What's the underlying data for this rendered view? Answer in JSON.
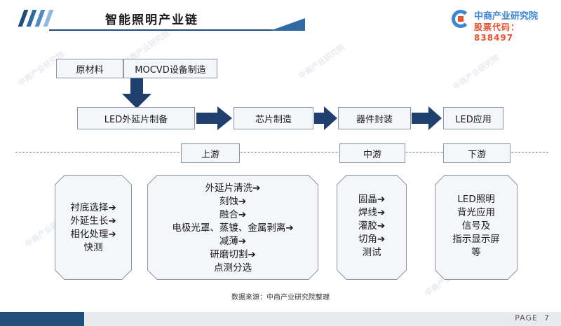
{
  "colors": {
    "accent": "#1f4e79",
    "arrow": "#1f3f6e",
    "blue": "#3d86d6",
    "red": "#e9522d",
    "box_bg": "#f4f6f9",
    "border": "#8a96a5"
  },
  "header": {
    "title": "智能照明产业链"
  },
  "logo": {
    "name": "中商产业研究院",
    "code": "股票代码：838497",
    "icon": "chart-ring-icon"
  },
  "watermark_text": "中商产业研究院",
  "top_row": {
    "material": "原材料",
    "equipment": "MOCVD设备制造"
  },
  "flow": [
    "LED外延片制备",
    "芯片制造",
    "器件封装",
    "LED应用"
  ],
  "stages": {
    "upstream": "上游",
    "midstream": "中游",
    "downstream": "下游"
  },
  "upstream_left": [
    "衬底选择➔",
    "外延生长➔",
    "相化处理➔",
    "快测"
  ],
  "upstream_right": [
    "外延片清洗➔",
    "刻蚀➔",
    "融合➔",
    "电极光罩、蒸镀、金属剥离➔",
    "减薄➔",
    "研磨切割➔",
    "点测分选"
  ],
  "midstream": [
    "固晶➔",
    "焊线➔",
    "灌胶➔",
    "切角➔",
    "测试"
  ],
  "downstream": [
    "LED照明",
    "背光应用",
    "信号及",
    "指示显示屏",
    "等"
  ],
  "source": "数据来源：中商产业研究院整理",
  "footer": {
    "page_label": "PAGE",
    "page_number": "7"
  }
}
